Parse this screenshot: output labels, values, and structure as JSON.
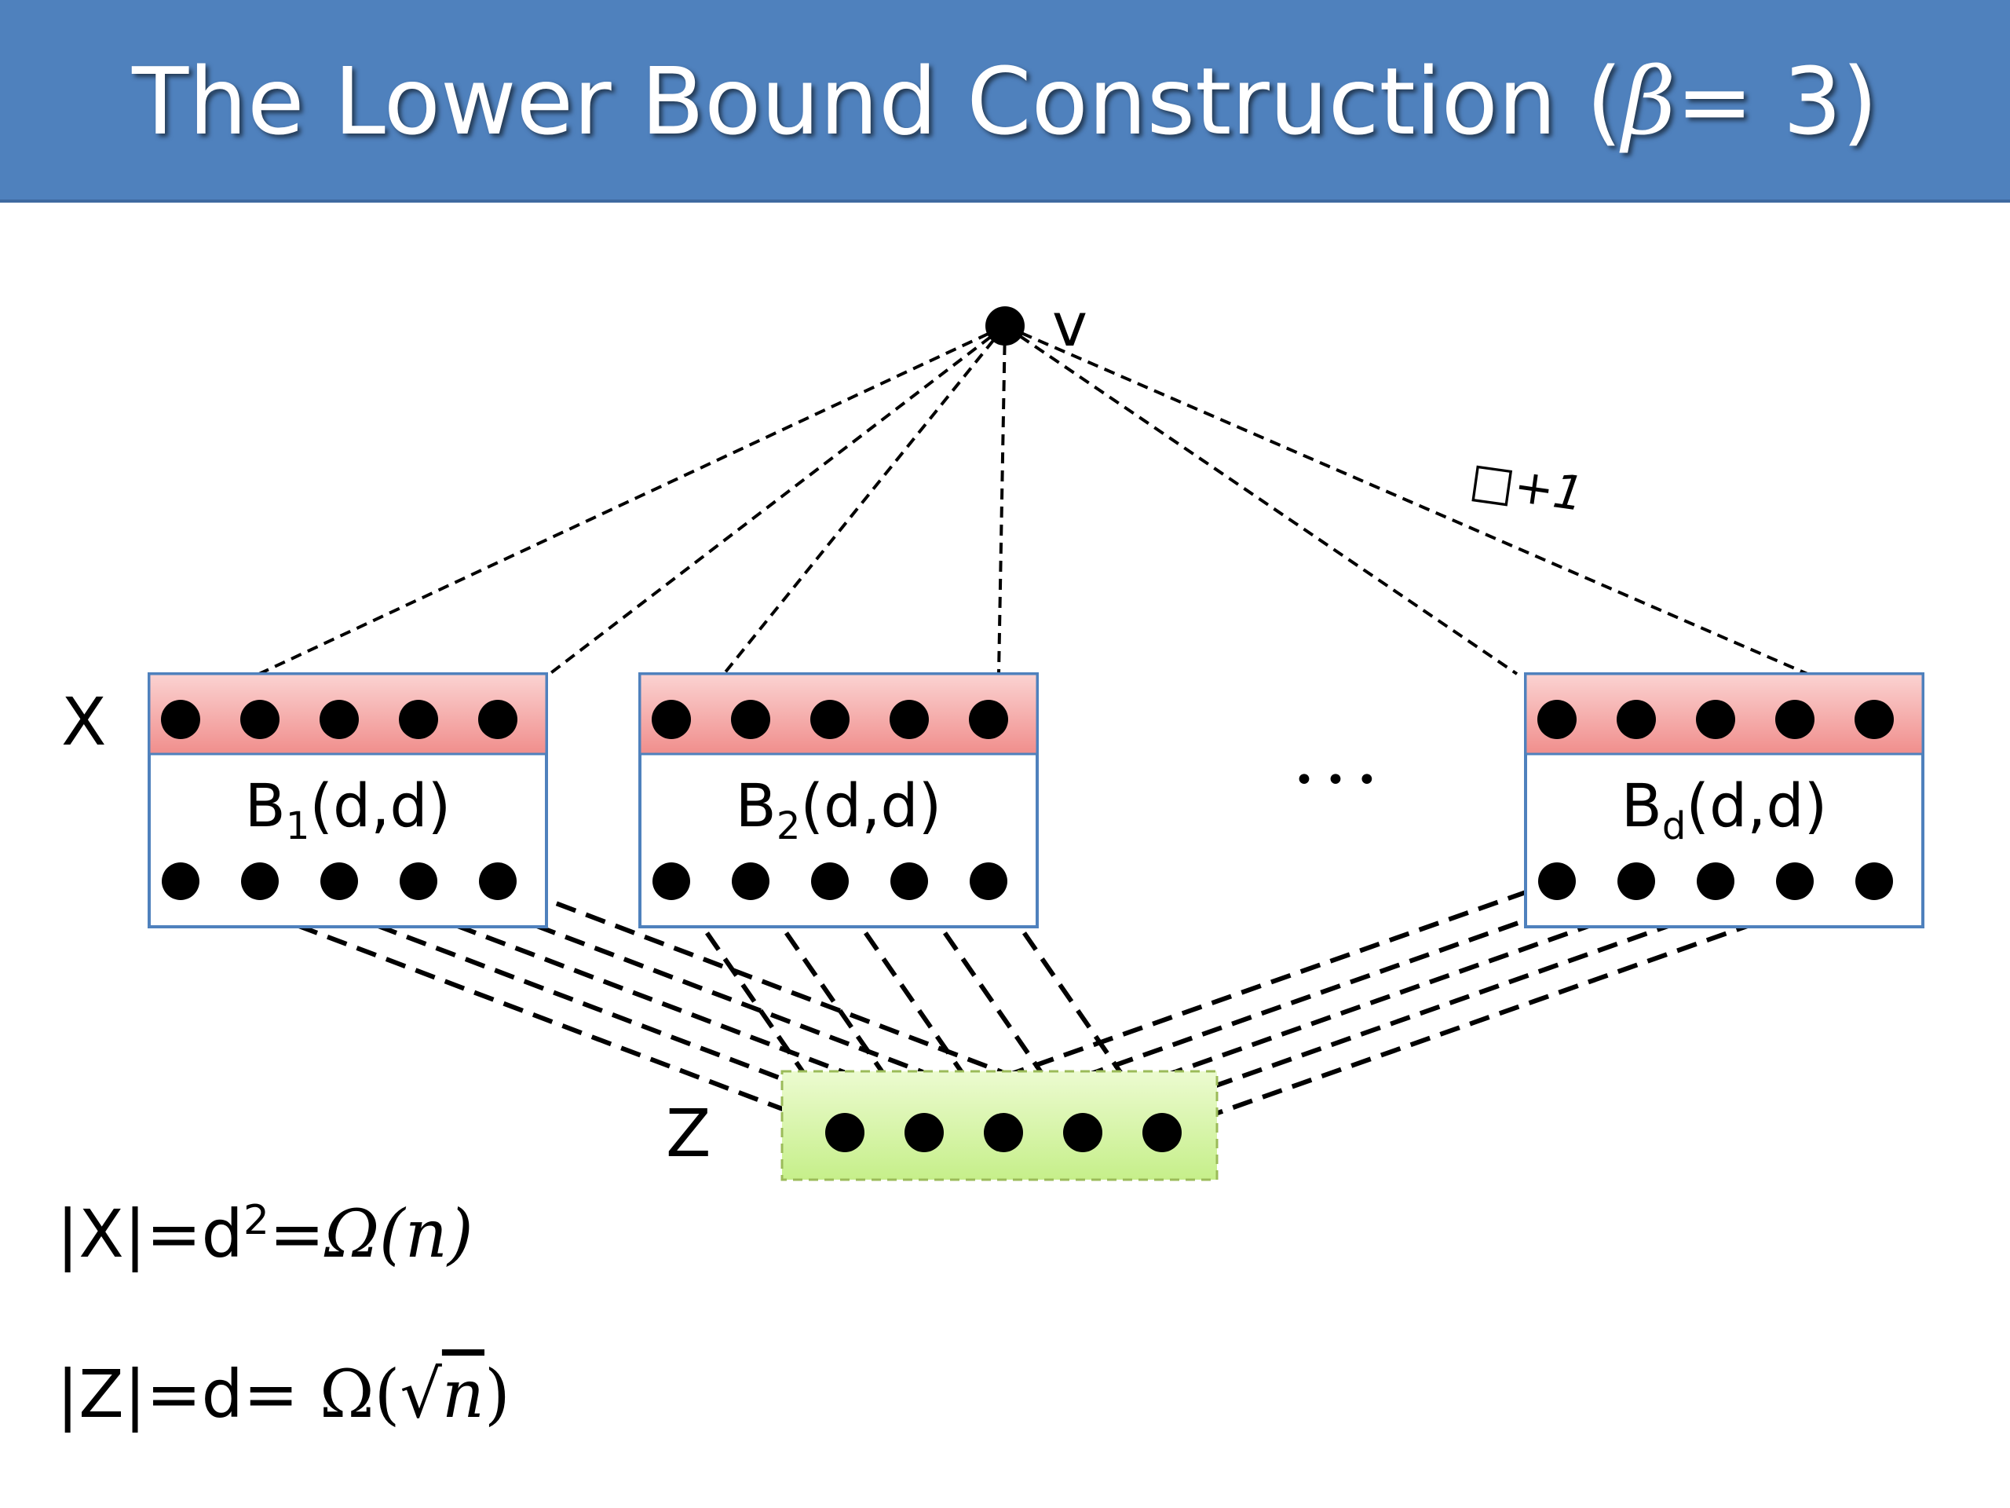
{
  "slide": {
    "title_prefix": "The Lower Bound Construction (",
    "title_beta": "β",
    "title_suffix": " = 3)"
  },
  "diagram": {
    "top_vertex_label": "v",
    "edge_label": "□+1",
    "x_label": "X",
    "z_label": "Z",
    "ellipsis": "•••",
    "blocks": [
      {
        "name_main": "B",
        "name_sub": "1",
        "name_rest": "(d,d)"
      },
      {
        "name_main": "B",
        "name_sub": "2",
        "name_rest": "(d,d)"
      },
      {
        "name_main": "B",
        "name_sub": "d",
        "name_rest": "(d,d)"
      }
    ],
    "colors": {
      "title_bg": "#4f81bd",
      "block_top_fill": "#f4a9a8",
      "block_border": "#4f81bd",
      "z_fill": "#d7f5a8"
    }
  },
  "formulas": {
    "x_size_lhs": "|X|=d",
    "x_size_exp": "2",
    "x_size_eq": "=",
    "x_size_rhs": "Ω(n)",
    "z_size_lhs": "|Z|=d= ",
    "z_size_rhs_open": "Ω(",
    "z_size_sqrt": "√",
    "z_size_n": "n",
    "z_size_rhs_close": ")"
  }
}
